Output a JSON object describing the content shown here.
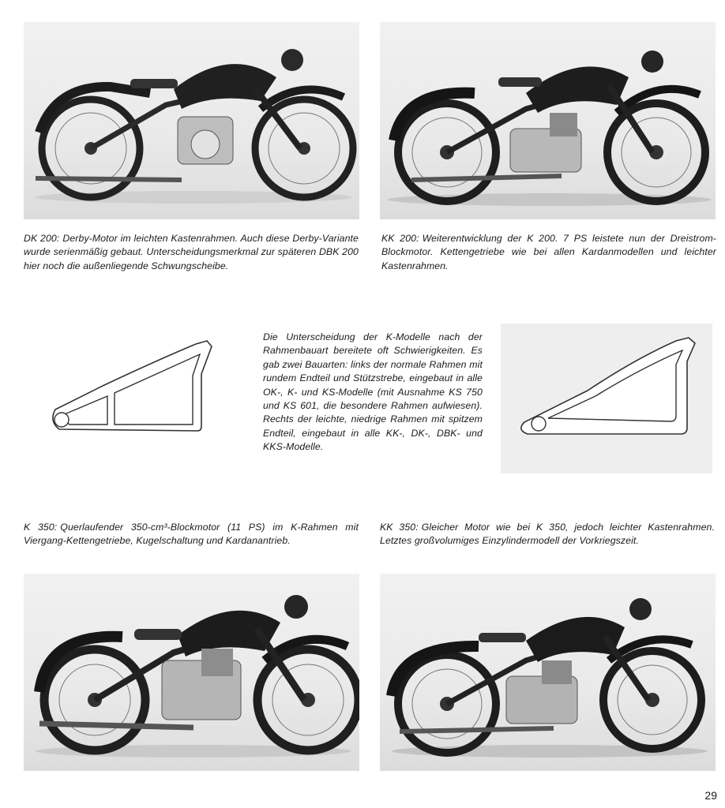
{
  "top_left": {
    "label": "DK 200:",
    "text": "Derby-Motor im leichten Kastenrahmen. Auch diese Derby-Variante wurde serienmäßig gebaut. Unterscheidungs­merkmal zur späteren DBK 200 hier noch die außenliegende Schwungscheibe."
  },
  "top_right": {
    "label": "KK 200:",
    "text": "Weiterentwicklung der K 200. 7 PS leistete nun der Dreistrom-Blockmotor. Kettengetriebe wie bei allen Kardan­modellen und leichter Kastenrahmen."
  },
  "middle": {
    "text": "Die Unterscheidung der K-Modelle nach der Rahmenbauart bereitete oft Schwie­rigkeiten. Es gab zwei Bauarten: links der normale Rahmen mit rundem Endteil und Stützstrebe, eingebaut in alle OK-, K- und KS-Modelle (mit Ausnahme KS 750 und KS 601, die besondere Rahmen aufwiesen). Rechts der leichte, niedrige Rahmen mit spitzem Endteil, eingebaut in alle KK-, DK-, DBK- und KKS-Modelle."
  },
  "bottom_left": {
    "label": "K 350:",
    "text": "Querlaufender 350-cm³-Blockmotor (11 PS) im K-Rahmen mit Viergang-Kettengetriebe, Kugelschaltung und Kardanantrieb."
  },
  "bottom_right": {
    "label": "KK 350:",
    "text": "Gleicher Motor wie bei K 350, jedoch leichter Kasten­rahmen. Letztes großvolumiges Einzylindermodell der Vor­kriegszeit."
  },
  "page_number": "29",
  "colors": {
    "text": "#1a1a1a",
    "photo_bg": "#ececec",
    "frame_panel_bg": "#eeeeee",
    "frame_line": "#333333"
  }
}
